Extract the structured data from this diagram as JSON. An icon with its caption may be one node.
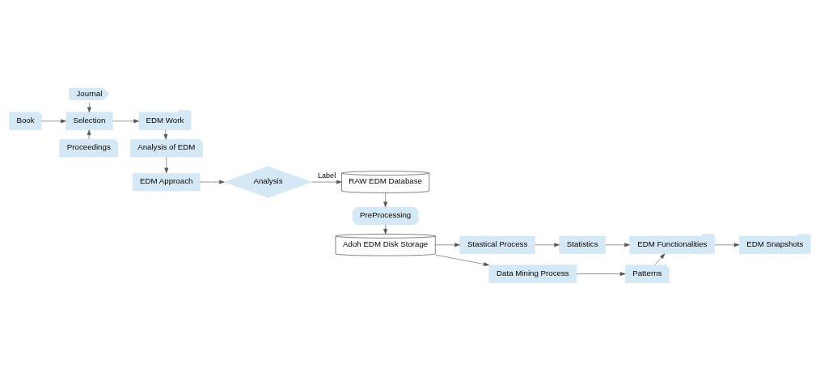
{
  "diagram": {
    "nodes": [
      {
        "text": [
          "Journal"
        ]
      },
      {
        "text": [
          "Book"
        ]
      },
      {
        "text": [
          "Proceedings"
        ]
      },
      {
        "text": [
          "Selection"
        ]
      },
      {
        "text": [
          "EDM Work"
        ]
      },
      {
        "text": [
          "Analysis of EDM"
        ]
      },
      {
        "text": [
          "EDM Approach"
        ]
      },
      {
        "text": [
          "Analysis"
        ]
      },
      {
        "text": [
          "RAW EDM Database"
        ]
      },
      {
        "text": [
          "PreProcessing"
        ]
      },
      {
        "text": [
          "Adoh EDM Disk Storage"
        ]
      },
      {
        "text": [
          "Stastical Process"
        ]
      },
      {
        "text": [
          "Data Mining Process"
        ]
      },
      {
        "text": [
          "Statistics"
        ]
      },
      {
        "text": [
          "Patterns"
        ]
      },
      {
        "text": [
          "EDM Functionalities"
        ]
      },
      {
        "text": [
          "EDM Snapshots"
        ]
      }
    ],
    "edges": [
      {
        "from": 0,
        "to": 3,
        "arrow": "to"
      },
      {
        "from": 1,
        "to": 3,
        "arrow": "to"
      },
      {
        "from": 2,
        "to": 3,
        "arrow": "to"
      },
      {
        "from": 3,
        "to": 4,
        "arrow": "to"
      },
      {
        "from": 4,
        "to": 5,
        "arrow": "to"
      },
      {
        "from": 5,
        "to": 6,
        "arrow": "to"
      },
      {
        "from": 6,
        "to": 7,
        "arrow": "to"
      },
      {
        "from": 7,
        "to": 8,
        "arrow": "to",
        "label": "Label"
      },
      {
        "from": 8,
        "to": 9,
        "arrow": "to"
      },
      {
        "from": 9,
        "to": 10,
        "arrow": "to"
      },
      {
        "from": 10,
        "to": 11,
        "arrow": "to"
      },
      {
        "from": 10,
        "to": 12,
        "arrow": "to"
      },
      {
        "from": 11,
        "to": 13,
        "arrow": "to"
      },
      {
        "from": 12,
        "to": 14,
        "arrow": "to"
      },
      {
        "from": 13,
        "to": 15,
        "arrow": "to"
      },
      {
        "from": 14,
        "to": 15,
        "arrow": "to"
      },
      {
        "from": 15,
        "to": 16,
        "arrow": "to"
      }
    ]
  }
}
